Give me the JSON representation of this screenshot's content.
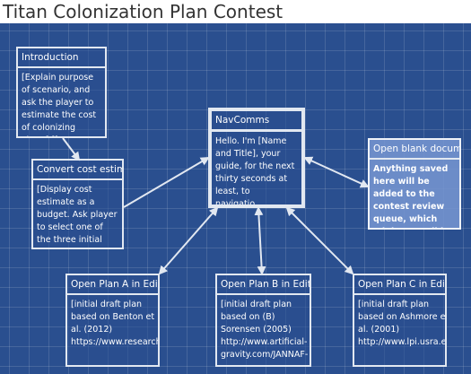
{
  "page": {
    "title": "Titan Colonization Plan Contest"
  },
  "colors": {
    "background": "#2a4f8f",
    "border": "#e2e8f1",
    "text": "#ffffff",
    "selected": "#7896d2"
  },
  "passages": [
    {
      "id": "introduction",
      "title": "Introduction",
      "excerpt": "[Explain purpose of scenario, and ask the player to estimate the cost of colonizing Titan.] [[Conv..."
    },
    {
      "id": "convert-cost",
      "title": "Convert cost estimate",
      "excerpt": "[Display cost estimate as a budget. Ask player to select one of the three initial plans.] [[NavC..."
    },
    {
      "id": "navcomms",
      "title": "NavComms",
      "excerpt": "Hello. I'm [Name and Title], your guide, for the next thirty seconds at least, to navigatio..."
    },
    {
      "id": "open-blank",
      "title": "Open blank document",
      "excerpt": "Anything saved here will be added to the contest review queue, which might as well be hosted on git..."
    },
    {
      "id": "plan-a",
      "title": "Open Plan A in Editor",
      "excerpt_lines": [
        "[initial draft plan",
        "based on Benton et",
        "al. (2012)",
        "https://www.researchgate"
      ]
    },
    {
      "id": "plan-b",
      "title": "Open Plan B in Editor",
      "excerpt_lines": [
        "[initial draft plan",
        "based on (B)",
        "Sorensen (2005)",
        "http://www.artificial-",
        "gravity.com/JANNAF-"
      ]
    },
    {
      "id": "plan-c",
      "title": "Open Plan C in Editor",
      "excerpt_lines": [
        "[initial draft plan",
        "based on Ashmore et",
        "al. (2001)",
        "http://www.lpi.usra.edu"
      ]
    }
  ]
}
